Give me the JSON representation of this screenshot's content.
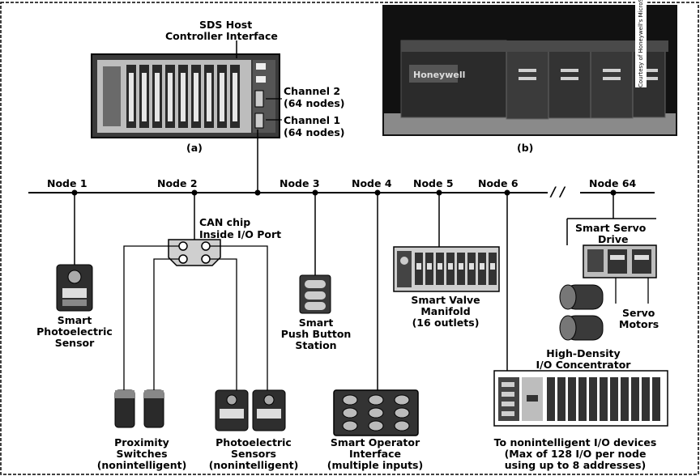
{
  "top": {
    "sds_label_line1": "SDS Host",
    "sds_label_line2": "Controller Interface",
    "channel2_line1": "Channel 2",
    "channel2_line2": "(64 nodes)",
    "channel1_line1": "Channel 1",
    "channel1_line2": "(64 nodes)",
    "caption_a": "(a)",
    "caption_b": "(b)",
    "photo_brand": "Honeywell",
    "photo_credit": "Courtesy of Honeywell's MicroSwitch Division, Freeport, IL"
  },
  "nodes": [
    "Node 1",
    "Node 2",
    "Node 3",
    "Node 4",
    "Node 5",
    "Node 6",
    "Node 64"
  ],
  "break_symbol": "/ /",
  "devices": {
    "can_chip_line1": "CAN chip",
    "can_chip_line2": "Inside I/O Port",
    "photo_sensor_line1": "Smart",
    "photo_sensor_line2": "Photoelectric",
    "photo_sensor_line3": "Sensor",
    "push_button_line1": "Smart",
    "push_button_line2": "Push Button",
    "push_button_line3": "Station",
    "valve_line1": "Smart Valve",
    "valve_line2": "Manifold",
    "valve_line3": "(16 outlets)",
    "servo_drive_line1": "Smart Servo",
    "servo_drive_line2": "Drive",
    "servo_motors_line1": "Servo",
    "servo_motors_line2": "Motors",
    "concentrator_line1": "High-Density",
    "concentrator_line2": "I/O Concentrator",
    "prox_line1": "Proximity",
    "prox_line2": "Switches",
    "prox_line3": "(nonintelligent)",
    "pe_line1": "Photoelectric",
    "pe_line2": "Sensors",
    "pe_line3": "(nonintelligent)",
    "operator_line1": "Smart Operator",
    "operator_line2": "Interface",
    "operator_line3": "(multiple inputs)",
    "io_line1": "To nonintelligent I/O devices",
    "io_line2": "(Max of 128 I/O per node",
    "io_line3": "using up to 8 addresses)"
  }
}
